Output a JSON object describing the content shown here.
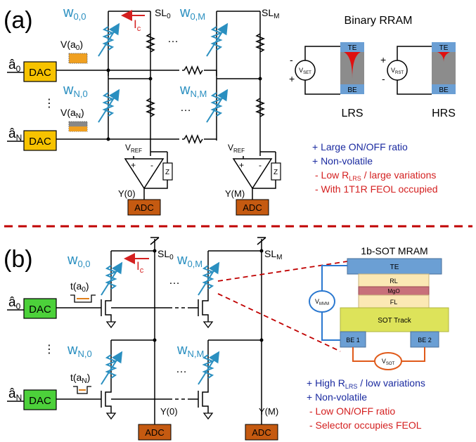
{
  "panel_a": {
    "label": "(a)",
    "sl0": "SL",
    "sl0_sub": "0",
    "slm": "SL",
    "slm_sub": "M",
    "ic": "I",
    "ic_sub": "c",
    "w00": "w",
    "w00_sub": "0,0",
    "w0m": "w",
    "w0m_sub": "0,M",
    "wn0": "w",
    "wn0_sub": "N,0",
    "wnm": "w",
    "wnm_sub": "N,M",
    "a0": "â",
    "a0_sub": "0",
    "an": "â",
    "an_sub": "N",
    "dac": "DAC",
    "va0": "V(a",
    "va0_sub": "0",
    "va0_end": ")",
    "van": "V(a",
    "van_sub": "N",
    "van_end": ")",
    "vref": "V",
    "vref_sub": "REF",
    "plus": "+",
    "minus": "-",
    "z": "Z",
    "y0": "Y(0)",
    "ym": "Y(M)",
    "adc": "ADC",
    "dots_h": "…",
    "dots_v": "⋮",
    "rram_title": "Binary RRAM",
    "vset": "V",
    "vset_sub": "SET",
    "vrst": "V",
    "vrst_sub": "RST",
    "te": "TE",
    "be": "BE",
    "lrs": "LRS",
    "hrs": "HRS",
    "pro1": "+ Large ON/OFF ratio",
    "pro2": "+ Non-volatile",
    "con1a": "- Low R",
    "con1_sub": "LRS",
    "con1b": " / large variations",
    "con2": "- With 1T1R FEOL occupied"
  },
  "panel_b": {
    "label": "(b)",
    "sl0": "SL",
    "sl0_sub": "0",
    "slm": "SL",
    "slm_sub": "M",
    "ic": "I",
    "ic_sub": "c",
    "w00": "w",
    "w00_sub": "0,0",
    "w0m": "w",
    "w0m_sub": "0,M",
    "wn0": "w",
    "wn0_sub": "N,0",
    "wnm": "w",
    "wnm_sub": "N,M",
    "a0": "â",
    "a0_sub": "0",
    "an": "â",
    "an_sub": "N",
    "dac": "DAC",
    "ta0": "t(a",
    "ta0_sub": "0",
    "ta0_end": ")",
    "tan": "t(a",
    "tan_sub": "N",
    "tan_end": ")",
    "y0": "Y(0)",
    "ym": "Y(M)",
    "adc": "ADC",
    "dots_h": "…",
    "dots_v": "⋮",
    "mram_title": "1b-SOT MRAM",
    "te": "TE",
    "rl": "RL",
    "mgo": "MgO",
    "fl": "FL",
    "sot_track": "SOT Track",
    "be1": "BE 1",
    "be2": "BE 2",
    "vmvm": "V",
    "vmvm_sub": "MVM",
    "vsot": "V",
    "vsot_sub": "SOT",
    "pro1a": "+ High R",
    "pro1_sub": "LRS",
    "pro1b": " / low variations",
    "pro2": "+ Non-volatile",
    "con1": "- Low ON/OFF ratio",
    "con2": "- Selector occupies FEOL"
  },
  "colors": {
    "weight_blue": "#2a8fc0",
    "current_red": "#d42020",
    "dac_a": "#f7c300",
    "dac_b": "#4cd13a",
    "adc": "#c55a11",
    "pro_text": "#1a2aa0",
    "con_text": "#d42020",
    "divider": "#c00000",
    "electrode": "#6b9fd4",
    "rram_gray": "#8c8c8c",
    "sot_track": "#dde35a",
    "mtj_layer": "#fbe8b4",
    "mgo": "#c8707a",
    "orange_circuit": "#e05a1a"
  }
}
